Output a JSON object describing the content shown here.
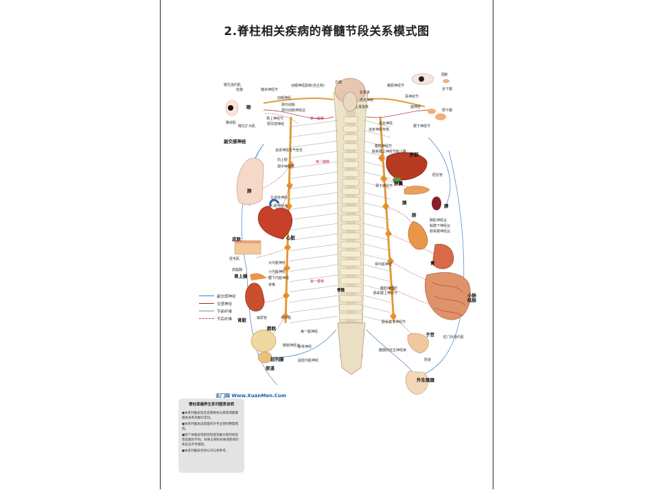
{
  "title": "2.脊柱相关疾病的脊髓节段关系模式图",
  "organs": {
    "eye": "眼",
    "parasympathetic": "副交感神经",
    "lung": "肺",
    "heart": "心脏",
    "skin": "皮肤",
    "adrenal": "肾上腺",
    "kidney": "肾脏",
    "bladder": "膀胱",
    "prostate": "前列腺",
    "urethra": "尿道",
    "liver": "肝脏",
    "gallbladder": "胆囊",
    "pancreas": "胰",
    "spleen": "脾",
    "intestine": "肠",
    "stomach": "胃",
    "small_large_intestine": "小肠\n结肠",
    "uterus": "子宫",
    "genitals": "外生殖器",
    "spinal_cord": "脊髓"
  },
  "labels": {
    "l01": "瞳孔括约肌",
    "l02": "虹膜",
    "l03": "瞳状肌",
    "l04": "瞳孔扩大肌",
    "l05": "睫状神经节",
    "l06": "动眼神经",
    "l07": "颈内动脉",
    "l08": "颈内动脉神经丛",
    "l09": "颈上神经节",
    "l10": "颈交感神经",
    "l11": "动眼神经副核(自主核)",
    "l12": "丘脑",
    "l13": "松果体",
    "l14": "迷走神经",
    "l15": "上涎涎核",
    "l16": "翼腭神经节",
    "l17": "泪腺",
    "l18": "舌下腺",
    "l19": "耳神经节",
    "l20": "面神经",
    "l21": "颌下腺",
    "l22": "腮下神经节",
    "l23": "第一胸椎",
    "l24": "迷走神经",
    "l25": "迷走神经背核",
    "l26": "迷走神经支气管支",
    "l27": "向上肢",
    "l28": "颈中神经节",
    "l29": "第一胸椎",
    "l30": "腹腔神经节",
    "l31": "肠系膜上神经节和上腹",
    "l32": "颈下神经节",
    "l33": "左迷走神经",
    "l34": "心脏神经丛",
    "l35": "胆总管",
    "l36": "肠肌神经丛",
    "l37": "黏膜下神经丛",
    "l38": "肠系膜神经丛",
    "l39": "竖毛肌",
    "l40": "皮脂腺",
    "l41": "大内脏神经",
    "l42": "小内脏神经",
    "l43": "腹下内脏神经",
    "l44": "脊椎",
    "l45": "第一腰椎",
    "l46": "肾内脏神经",
    "l47": "腹腔神经节",
    "l48": "肠系膜上神经节",
    "l49": "肠系膜下神经节",
    "l50": "输尿管",
    "l51": "肾下极",
    "l52": "第一骶神经",
    "l53": "膀胱神经丛",
    "l54": "肛门外括约肌",
    "l55": "阴道",
    "l56": "骶骨神经",
    "l57": "盆腔内脏神经",
    "l58": "腹膜的自主神经束",
    "l59": "脊髓"
  },
  "legend": [
    {
      "label": "副交感神经",
      "color": "#3a7fc1",
      "style": "solid"
    },
    {
      "label": "交感神经",
      "color": "#9a2a2a",
      "style": "solid"
    },
    {
      "label": "节前纤维",
      "color": "#888888",
      "style": "solid"
    },
    {
      "label": "节后纤维",
      "color": "#c0304a",
      "style": "dashed"
    }
  ],
  "brand": "玄门网 Www.XuanMen.Com",
  "info": {
    "title": "脊柱保健养生系列图表说明",
    "notes": [
      "●本系列图表旨在说明脊柱与疾病或健康相关关系及触诊定位。",
      "●本系列图表选取国内外专业资料整理而成。",
      "●因个体差异或损伤程度及触诊者的经验等因素的不同，效果与预的效果或疾病的体征也不尽相同。",
      "●本系列图表仅供公司与机参考。"
    ]
  },
  "colors": {
    "parasympathetic": "#3a7fc1",
    "sympathetic": "#9a2a2a",
    "postganglionic": "#c0304a",
    "ganglion": "#e08a1a",
    "spine": "#e6dcc0",
    "organ_red": "#c8402a"
  }
}
